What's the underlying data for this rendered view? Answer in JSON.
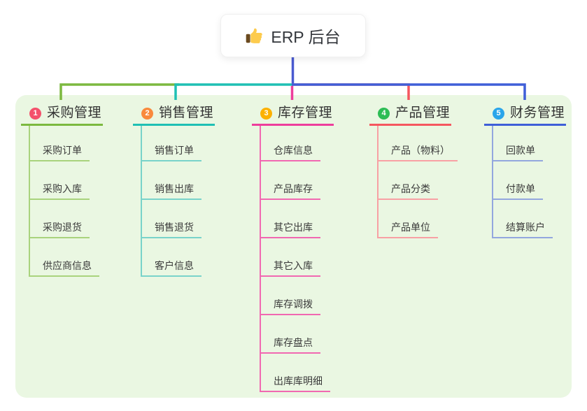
{
  "app": {
    "type": "mind-map"
  },
  "root_node": {
    "label": "ERP 后台",
    "icon": "thumbs-up-icon"
  },
  "panel": {
    "bg": "#eaf7e2"
  },
  "connector": {
    "trunk_color": "#4a5ad0"
  },
  "branches": [
    {
      "badge": "1",
      "label": "采购管理",
      "colors": {
        "badge": "#f4516c",
        "strong": "#7cb93f",
        "light": "#a9d37d"
      },
      "children": [
        "采购订单",
        "采购入库",
        "采购退货",
        "供应商信息"
      ]
    },
    {
      "badge": "2",
      "label": "销售管理",
      "colors": {
        "badge": "#f98a3d",
        "strong": "#1fc0b4",
        "light": "#79d3ca"
      },
      "children": [
        "销售订单",
        "销售出库",
        "销售退货",
        "客户信息"
      ]
    },
    {
      "badge": "3",
      "label": "库存管理",
      "colors": {
        "badge": "#fcb100",
        "strong": "#ee3e9c",
        "light": "#f168b1"
      },
      "children": [
        "仓库信息",
        "产品库存",
        "其它出库",
        "其它入库",
        "库存调拨",
        "库存盘点",
        "出库库明细"
      ]
    },
    {
      "badge": "4",
      "label": "产品管理",
      "colors": {
        "badge": "#2dbd55",
        "strong": "#f5575f",
        "light": "#f8a0a4"
      },
      "children": [
        "产品（物料）",
        "产品分类",
        "产品单位"
      ]
    },
    {
      "badge": "5",
      "label": "财务管理",
      "colors": {
        "badge": "#2aa5ea",
        "strong": "#3f5fd8",
        "light": "#93a7de"
      },
      "children": [
        "回款单",
        "付款单",
        "结算账户"
      ]
    }
  ]
}
